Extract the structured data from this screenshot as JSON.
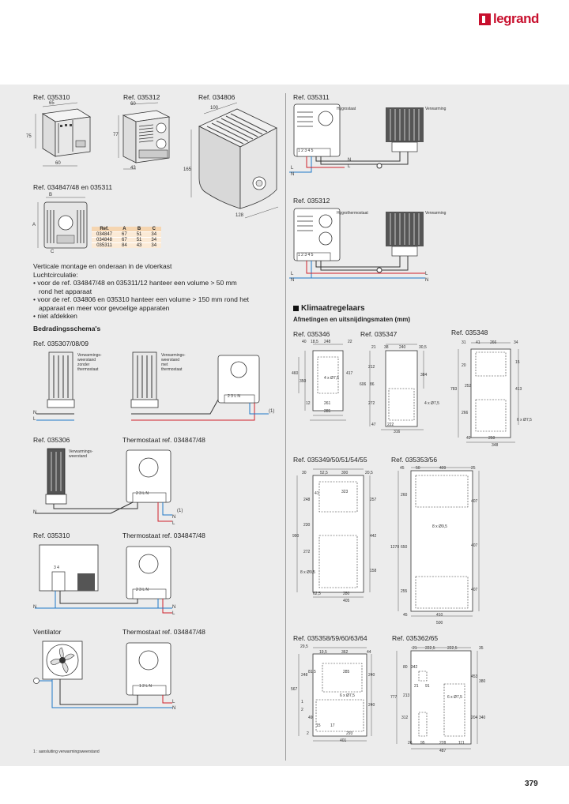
{
  "brand": {
    "name": "legrand",
    "color": "#c8102e"
  },
  "page_number": "379",
  "left": {
    "refs_top": [
      "Ref. 035310",
      "Ref. 035312",
      "Ref. 034806"
    ],
    "dim_035310": {
      "a": "65",
      "b": "75",
      "c": "60"
    },
    "dim_035312": {
      "a": "60",
      "b": "77",
      "c": "43"
    },
    "dim_034806": {
      "a": "100",
      "b": "165",
      "c": "128"
    },
    "ref_034847": "Ref. 034847/48 en 035311",
    "abc": {
      "a": "A",
      "b": "B",
      "c": "C"
    },
    "table": {
      "headers": [
        "Ref.",
        "A",
        "B",
        "C"
      ],
      "rows": [
        [
          "034847",
          "67",
          "51",
          "34"
        ],
        [
          "034848",
          "67",
          "51",
          "34"
        ],
        [
          "035311",
          "84",
          "43",
          "34"
        ]
      ]
    },
    "notes": [
      "Verticale montage en onderaan in de vloerkast",
      "Luchtcirculatie:",
      "• voor de ref. 034847/48 en 035311/12 hanteer een volume > 50 mm",
      "  rond het apparaat",
      "• voor de ref. 034806 en 035310 hanteer een volume > 150 mm rond het",
      "  apparaat en meer voor gevoelige apparaten",
      "• niet afdekken"
    ],
    "wiring_title": "Bedradingsschema's",
    "w1": {
      "ref": "Ref. 035307/08/09",
      "label1": "Verwarmings-\nweerstand\nzonder\nthermostaat",
      "label2": "Verwarmings-\nweerstand\nmet\nthermostaat",
      "n": "N",
      "l": "L",
      "note": "(1)",
      "t123": "2 3 L N"
    },
    "w2": {
      "ref": "Ref. 035306",
      "ref2": "Thermostaat ref. 034847/48",
      "label": "Verwarmings-\nweerstand",
      "n": "N",
      "l": "L",
      "note": "(1)",
      "t": "2 3 L N"
    },
    "w3": {
      "ref": "Ref. 035310",
      "ref2": "Thermostaat ref. 034847/48",
      "t34": "3 4",
      "n": "N",
      "l": "L",
      "t": "2 3 L N"
    },
    "w4": {
      "ref": "Ventilator",
      "ref2": "Thermostaat ref. 034847/48",
      "n": "N",
      "l": "L",
      "t": "1 2 L N"
    },
    "footnote": "1 : aansluiting verwarmingsweerstand"
  },
  "right": {
    "r1": {
      "ref": "Ref. 035311",
      "label1": "Hygrostaat",
      "label2": "Verwarming",
      "t": "1 2 3 4 5",
      "l": "L",
      "n": "N"
    },
    "r2": {
      "ref": "Ref. 035312",
      "label1": "Hygrothermostaat",
      "label2": "Verwarming",
      "t": "1 2 3 4 5",
      "l": "L",
      "n": "N"
    },
    "klima_title": "Klimaatregelaars",
    "klima_sub": "Afmetingen en uitsnijdingsmaten (mm)",
    "k1": {
      "ref": "Ref. 035346",
      "dims": [
        "40",
        "18,5",
        "248",
        "22",
        "460",
        "350",
        "417",
        "4 x Ø7,5",
        "12",
        "261",
        "285"
      ]
    },
    "k2": {
      "ref": "Ref. 035347",
      "dims": [
        "21",
        "38",
        "240",
        "30,5",
        "212",
        "606",
        "384",
        "272",
        "86",
        "4 x Ø7,5",
        "47",
        "222",
        "316"
      ]
    },
    "k3": {
      "ref": "Ref. 035348",
      "dims": [
        "31",
        "41",
        "266",
        "34",
        "20",
        "252",
        "783",
        "413",
        "15",
        "266",
        "6 x Ø7,5",
        "49",
        "250",
        "348"
      ]
    },
    "k4": {
      "ref": "Ref. 035349/50/51/54/55",
      "dims": [
        "30",
        "52,5",
        "300",
        "20,5",
        "41",
        "323",
        "248",
        "257",
        "990",
        "230",
        "442",
        "272",
        "158",
        "8 x Ø9,5",
        "62,5",
        "280",
        "405"
      ]
    },
    "k5": {
      "ref": "Ref. 035353/56",
      "dims": [
        "45",
        "50",
        "409",
        "25",
        "260",
        "407",
        "8 x Ø9,5",
        "1270",
        "650",
        "407",
        "255",
        "407",
        "45",
        "410",
        "500"
      ]
    },
    "k6": {
      "ref": "Ref. 035358/59/60/63/64",
      "dims": [
        "29,5",
        "19,5",
        "362",
        "44",
        "81,5",
        "285",
        "248",
        "240",
        "6 x Ø7,5",
        "567",
        "240",
        "1",
        "49",
        "15",
        "17",
        "293",
        "401",
        "2",
        "2"
      ]
    },
    "k7": {
      "ref": "Ref. 035362/65",
      "dims": [
        "21",
        "222,5",
        "222,5",
        "35",
        "80",
        "342",
        "453",
        "21",
        "91",
        "380",
        "777",
        "213",
        "6 x Ø7,5",
        "312",
        "204",
        "340",
        "26",
        "95",
        "228",
        "111",
        "487"
      ]
    }
  }
}
